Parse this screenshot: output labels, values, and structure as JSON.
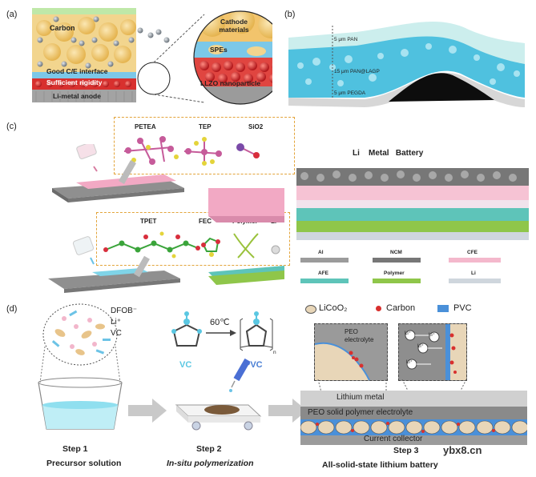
{
  "panel_a": {
    "letter": "(a)",
    "labels": {
      "carbon": "Carbon",
      "interface": "Good C/E interface",
      "rigidity": "Sufficient rigidity",
      "anode": "Li-metal anode",
      "cathode_materials": "Cathode materials",
      "spes": "SPEs",
      "llzo": "LLZO nanoparticle"
    }
  },
  "panel_b": {
    "letter": "(b)",
    "labels": {
      "pan": "5 μm PAN",
      "pan_lagp": "15 μm PAN@LAGP",
      "pegda": "5 μm PEGDA"
    }
  },
  "panel_c": {
    "letter": "(c)",
    "top_molecules": [
      "PETEA",
      "TEP",
      "SiO2"
    ],
    "bottom_molecules": [
      "TPET",
      "FEC",
      "Polymer",
      "Li⁺"
    ],
    "battery_title": "Li    Metal   Battery",
    "legend": [
      "Al",
      "NCM",
      "CFE",
      "AFE",
      "Polymer",
      "Li"
    ]
  },
  "panel_d": {
    "letter": "(d)",
    "precursor_labels": [
      "DFOB⁻",
      "Li⁺",
      "VC"
    ],
    "temperature": "60℃",
    "vc": "VC",
    "pvc": "PVC",
    "subscript_n": "n",
    "legend": {
      "licoo2": "LiCoO₂",
      "carbon": "Carbon",
      "pvc": "PVC"
    },
    "peo_electrolyte": "PEO electrolyte",
    "li_symbol": "Li⁺",
    "layers": {
      "lithium_metal": "Lithium metal",
      "peo_spe": "PEO solid polymer electrolyte",
      "collector": "Current collector"
    },
    "steps": [
      "Step 1",
      "Step 2",
      "Step 3"
    ],
    "step_captions": [
      "Precursor solution",
      "In-situ polymerization",
      "All-solid-state lithium battery"
    ],
    "watermark": "ybx8.cn"
  },
  "colors": {
    "carbon_gray": "#9aa3ab",
    "cathode_yellow": "#f3cf78",
    "spe_blue": "#6cc3e6",
    "llzo_red": "#d8302e",
    "anode_gray": "#9b9b9b",
    "pan_cyan": "#4fc1df",
    "pvc_blue": "#4a90d9",
    "accent_orange": "#e3a43a",
    "pink_layer": "#f4b8cc",
    "teal_layer": "#5ec4b9",
    "green_layer": "#8fc64a"
  }
}
